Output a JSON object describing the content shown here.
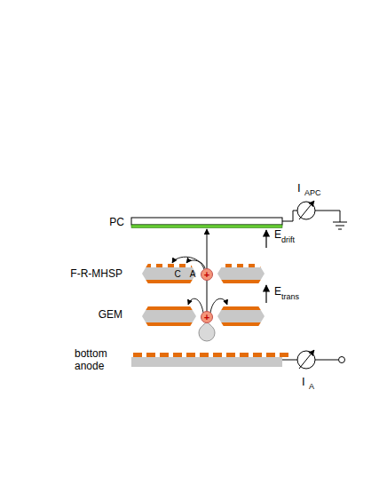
{
  "diagram": {
    "nodes": [
      {
        "text": [
          "+"
        ]
      },
      {
        "text": [
          "+"
        ]
      }
    ],
    "labels": [
      "PC",
      "F-R-MHSP",
      "C",
      "A",
      "GEM",
      "bottom anode",
      "I",
      "APC",
      "E",
      "drift",
      "E",
      "trans",
      "I",
      "A"
    ]
  }
}
